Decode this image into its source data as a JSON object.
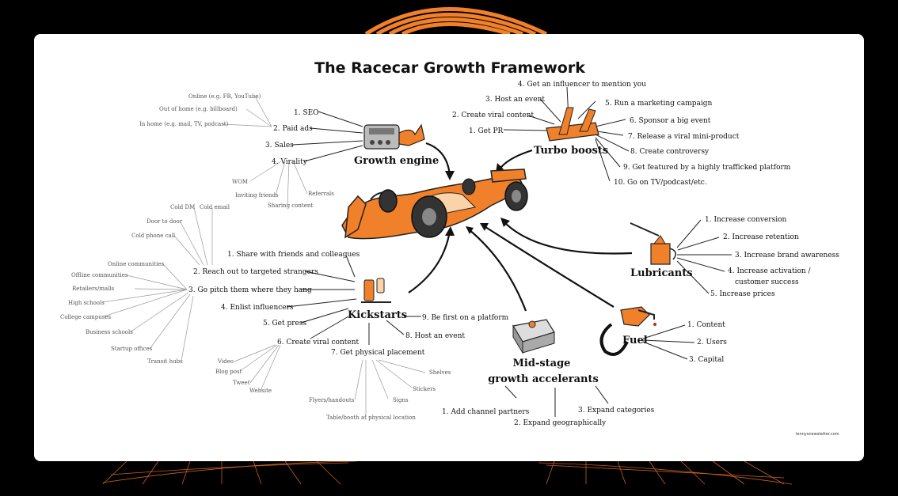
{
  "title": "The Racecar Growth Framework",
  "credit": "lennysnewsletter.com",
  "colors": {
    "accent": "#f0802a",
    "background": "#000000",
    "card": "#ffffff"
  },
  "icons": [
    "engine-icon",
    "spoiler-icon",
    "racecar-icon",
    "oil-can-icon",
    "fuel-nozzle-icon",
    "pedals-icon",
    "gearbox-icon"
  ],
  "growth_engine": {
    "label": "Growth engine",
    "items": [
      "1. SEO",
      "2. Paid ads",
      "3. Sales",
      "4. Virality"
    ],
    "paid_ads_sub": [
      "Online (e.g. FB, YouTube)",
      "Out of home (e.g. billboard)",
      "In home (e.g. mail, TV, podcast)"
    ],
    "virality_sub": [
      "WOM",
      "Inviting friends",
      "Sharing content",
      "Referrals"
    ]
  },
  "turbo_boosts": {
    "label": "Turbo boosts",
    "items": [
      "1. Get PR",
      "2. Create viral content",
      "3. Host an event",
      "4. Get an influencer to mention you",
      "5. Run a marketing campaign",
      "6. Sponsor a big event",
      "7. Release a viral mini-product",
      "8. Create controversy",
      "9. Get featured by a highly trafficked platform",
      "10. Go on TV/podcast/etc."
    ]
  },
  "lubricants": {
    "label": "Lubricants",
    "items": [
      "1. Increase conversion",
      "2. Increase retention",
      "3. Increase brand awareness",
      "4. Increase activation /",
      "customer success",
      "5. Increase prices"
    ]
  },
  "fuel": {
    "label": "Fuel",
    "items": [
      "1. Content",
      "2. Users",
      "3. Capital"
    ]
  },
  "mid_stage": {
    "label_line1": "Mid-stage",
    "label_line2": "growth accelerants",
    "items": [
      "1. Add channel partners",
      "2. Expand geographically",
      "3. Expand categories"
    ]
  },
  "kickstarts": {
    "label": "Kickstarts",
    "items": [
      "1. Share with friends and colleagues",
      "2. Reach out to targeted strangers",
      "3. Go pitch them where they hang",
      "4. Enlist influencers",
      "5. Get press",
      "6. Create viral content",
      "7. Get physical placement",
      "8. Host an event",
      "9. Be first on a platform"
    ],
    "reach_sub": [
      "Cold DM",
      "Cold email",
      "Door to door",
      "Cold phone call"
    ],
    "pitch_sub": [
      "Online communities",
      "Offline communities",
      "Retailers/malls",
      "High schools",
      "College campuses",
      "Business schools",
      "Startup offices",
      "Transit hubs"
    ],
    "viral_sub": [
      "Video",
      "Blog post",
      "Tweet",
      "Website"
    ],
    "placement_sub": [
      "Flyers/handouts",
      "Table/booth at physical location",
      "Signs",
      "Stickers",
      "Shelves"
    ]
  }
}
